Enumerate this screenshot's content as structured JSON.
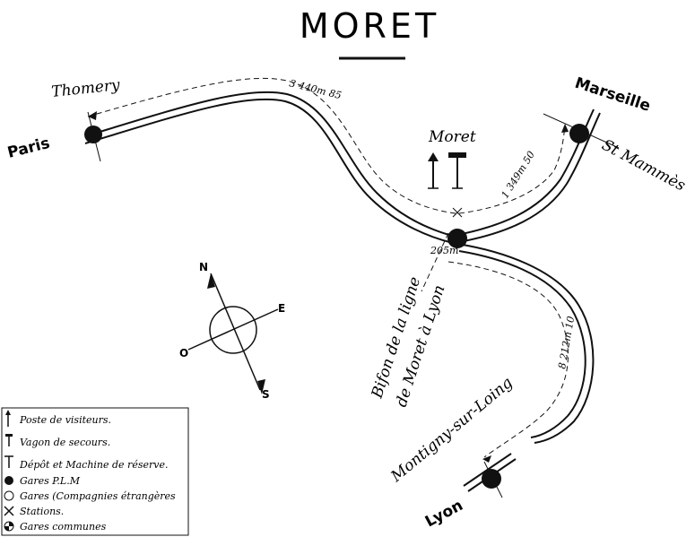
{
  "title": "MORET",
  "places": {
    "paris": "Paris",
    "thomery": "Thomery",
    "moret": "Moret",
    "marseille": "Marseille",
    "st_mammes": "St Mammès",
    "montigny": "Montigny-sur-Loing",
    "lyon": "Lyon"
  },
  "distances": {
    "thomery_moret": "3 440m 85",
    "moret_st_mammes": "1 349m 50",
    "bif_offset": "205m",
    "moret_montigny": "8 212m 10"
  },
  "junction_label": {
    "line1": "Bifon de la ligne",
    "line2": "de Moret à Lyon"
  },
  "compass": {
    "n": "N",
    "e": "E",
    "s": "S",
    "o": "O"
  },
  "legend": [
    {
      "symbol": "poste-visiteurs-icon",
      "label": "Poste de visiteurs."
    },
    {
      "symbol": "vagon-secours-icon",
      "label": "Vagon de secours."
    },
    {
      "symbol": "depot-machine-icon",
      "label": "Dépôt et Machine de réserve."
    },
    {
      "symbol": "gare-plm-icon",
      "label": "Gares P.L.M"
    },
    {
      "symbol": "gare-etrangere-icon",
      "label": "Gares (Compagnies étrangères"
    },
    {
      "symbol": "station-icon",
      "label": "Stations."
    },
    {
      "symbol": "gare-commune-icon",
      "label": "Gares communes"
    }
  ],
  "colors": {
    "ink": "#111111",
    "paper": "#ffffff"
  }
}
